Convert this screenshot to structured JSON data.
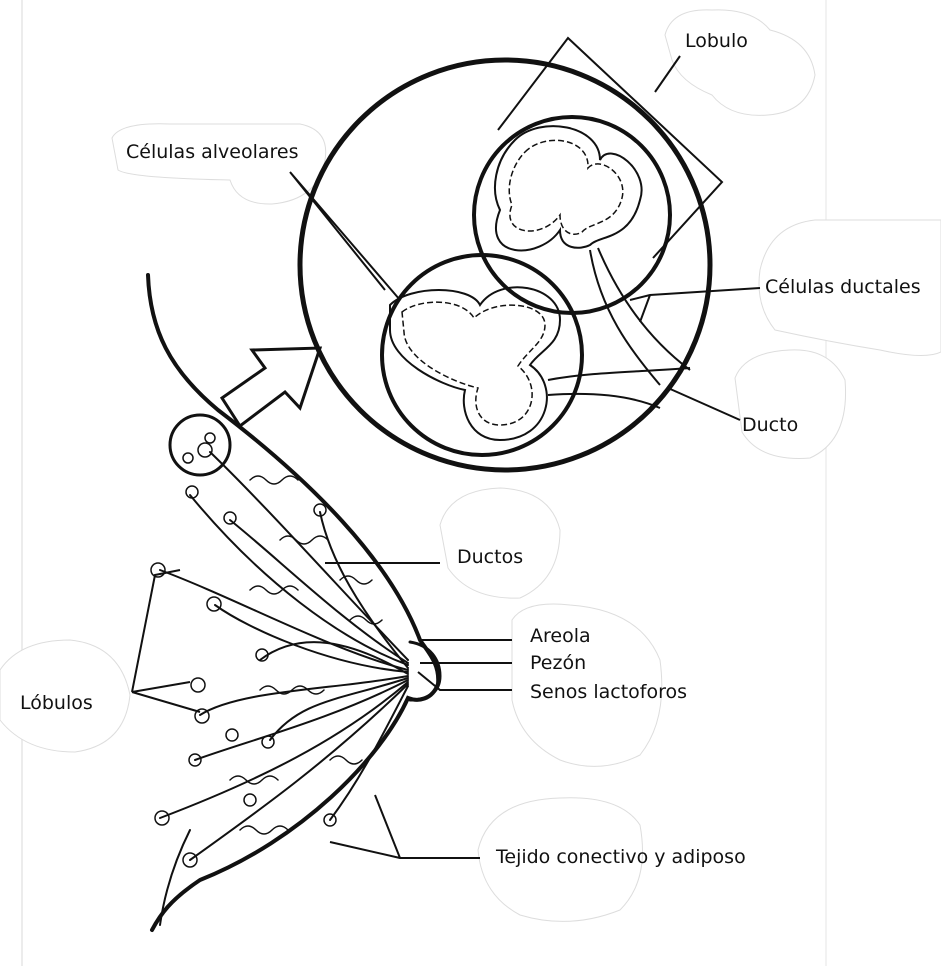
{
  "labels": {
    "lobulo": "Lobulo",
    "celulas_alveolares": "Células alveolares",
    "celulas_ductales": "Células ductales",
    "ducto": "Ducto",
    "ductos": "Ductos",
    "areola": "Areola",
    "pezon": "Pezón",
    "senos_lactoforos": "Senos lactoforos",
    "lobulos": "Lóbulos",
    "tejido": "Tejido conectivo y adiposo"
  }
}
